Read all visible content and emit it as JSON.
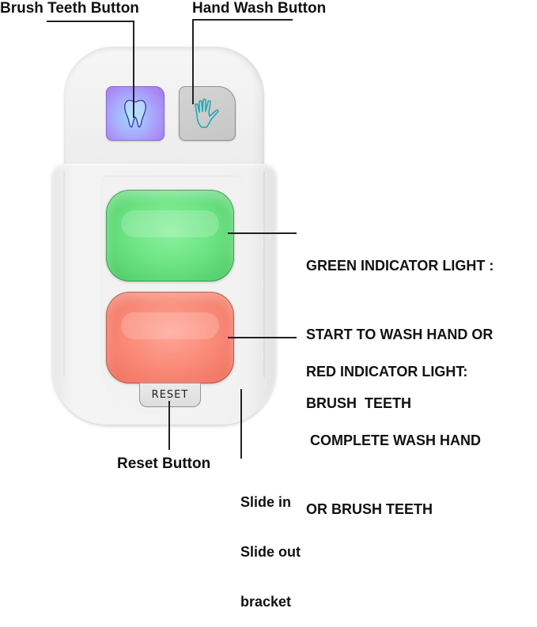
{
  "labels": {
    "brush_teeth_button": "Brush Teeth Button",
    "hand_wash_button": "Hand Wash Button",
    "green_indicator": [
      "GREEN INDICATOR LIGHT :",
      "START TO WASH HAND OR",
      "BRUSH  TEETH"
    ],
    "red_indicator": [
      "RED INDICATOR LIGHT:",
      " COMPLETE WASH HAND",
      "OR BRUSH TEETH"
    ],
    "reset_button": "Reset Button",
    "bracket": [
      "Slide in",
      "Slide out",
      "bracket"
    ]
  },
  "device": {
    "reset_text": "RESET",
    "brush_icon": "tooth-icon",
    "hand_icon": "hand-icon",
    "colors": {
      "brush_button": "#a98af5",
      "hand_button": "#c8c8c8",
      "green_light": "#6fe585",
      "red_light": "#fb8c7a",
      "hand_icon_stroke": "#1aa6b0",
      "tooth_icon_stroke": "#3a3a8a"
    }
  }
}
